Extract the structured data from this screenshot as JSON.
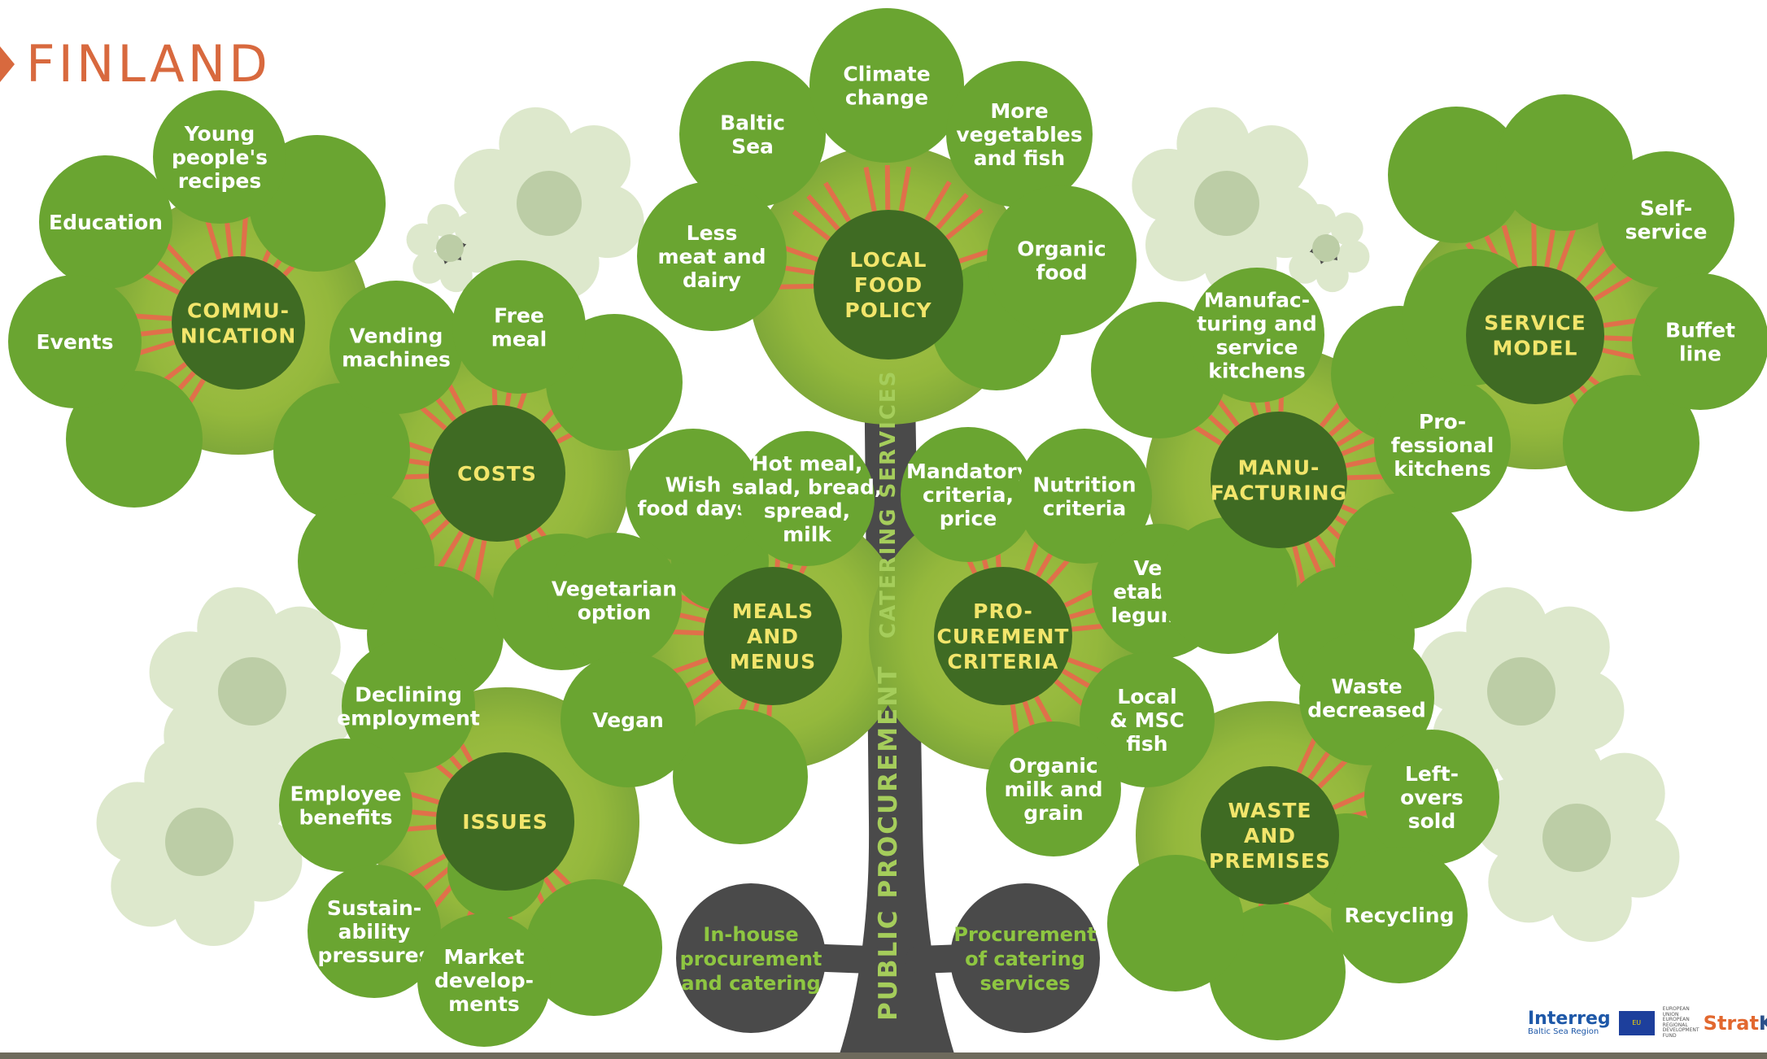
{
  "title": "FINLAND",
  "trunk": {
    "lower_label": "PUBLIC PROCUREMENT",
    "upper_label": "CATERING SERVICES"
  },
  "roots": [
    {
      "label": [
        "In-house",
        "procurement",
        "and catering"
      ]
    },
    {
      "label": [
        "Procurement",
        "of catering",
        "services"
      ]
    }
  ],
  "hubs": {
    "communication": {
      "label": [
        "COMMU-",
        "NICATION"
      ],
      "leaves": [
        [
          "Young",
          "people's",
          "recipes"
        ],
        [
          "Education"
        ],
        [
          "Events"
        ]
      ]
    },
    "costs": {
      "label": [
        "COSTS"
      ],
      "leaves": [
        [
          "Vending",
          "machines"
        ],
        [
          "Free",
          "meal"
        ]
      ]
    },
    "local_food_policy": {
      "label": [
        "LOCAL",
        "FOOD",
        "POLICY"
      ],
      "leaves": [
        [
          "Baltic",
          "Sea"
        ],
        [
          "Climate",
          "change"
        ],
        [
          "More",
          "vegetables",
          "and fish"
        ],
        [
          "Less",
          "meat and",
          "dairy"
        ],
        [
          "Organic",
          "food"
        ]
      ]
    },
    "meals_and_menus": {
      "label": [
        "MEALS",
        "AND",
        "MENUS"
      ],
      "leaves": [
        [
          "Wish",
          "food days"
        ],
        [
          "Hot meal,",
          "salad, bread,",
          "spread,",
          "milk"
        ],
        [
          "Vegetarian",
          "option"
        ],
        [
          "Vegan"
        ]
      ]
    },
    "procurement_criteria": {
      "label": [
        "PRO-",
        "CUREMENT",
        "CRITERIA"
      ],
      "leaves": [
        [
          "Mandatory",
          "criteria,",
          "price"
        ],
        [
          "Nutrition",
          "criteria"
        ],
        [
          "Veg-",
          "etables,",
          "legumes"
        ],
        [
          "Local",
          "& MSC",
          "fish"
        ],
        [
          "Organic",
          "milk and",
          "grain"
        ]
      ]
    },
    "manufacturing": {
      "label": [
        "MANU-",
        "FACTURING"
      ],
      "leaves": [
        [
          "Manufac-",
          "turing and",
          "service",
          "kitchens"
        ],
        [
          "Pro-",
          "fessional",
          "kitchens"
        ]
      ]
    },
    "service_model": {
      "label": [
        "SERVICE",
        "MODEL"
      ],
      "leaves": [
        [
          "Self-",
          "service"
        ],
        [
          "Buffet",
          "line"
        ]
      ]
    },
    "issues": {
      "label": [
        "ISSUES"
      ],
      "leaves": [
        [
          "Declining",
          "employment"
        ],
        [
          "Employee",
          "benefits"
        ],
        [
          "Sustain-",
          "ability",
          "pressures"
        ],
        [
          "Market",
          "develop-",
          "ments"
        ]
      ]
    },
    "waste_and_premises": {
      "label": [
        "WASTE",
        "AND",
        "PREMISES"
      ],
      "leaves": [
        [
          "Waste",
          "decreased"
        ],
        [
          "Left-",
          "overs",
          "sold"
        ],
        [
          "Recycling"
        ]
      ]
    }
  },
  "colors": {
    "leaf": "#6aa531",
    "hub": "#3f6b23",
    "hub_text": "#f2e56b",
    "trunk": "#4a4a4a",
    "connector": "#e0704a",
    "halo": "#8fb33a",
    "pale_leaf": "#dde8cc",
    "pale_hub": "#bccda6",
    "pale_connector": "#6cc6cf",
    "title": "#d8693e",
    "root_text": "#8ec641"
  },
  "logos": {
    "interreg": "Interreg",
    "interreg_sub": "Baltic Sea Region",
    "eu_flag": "EU",
    "eu_text": "EUROPEAN UNION EUROPEAN REGIONAL DEVELOPMENT FUND",
    "strat": "Strat",
    "kit": "KIT"
  }
}
